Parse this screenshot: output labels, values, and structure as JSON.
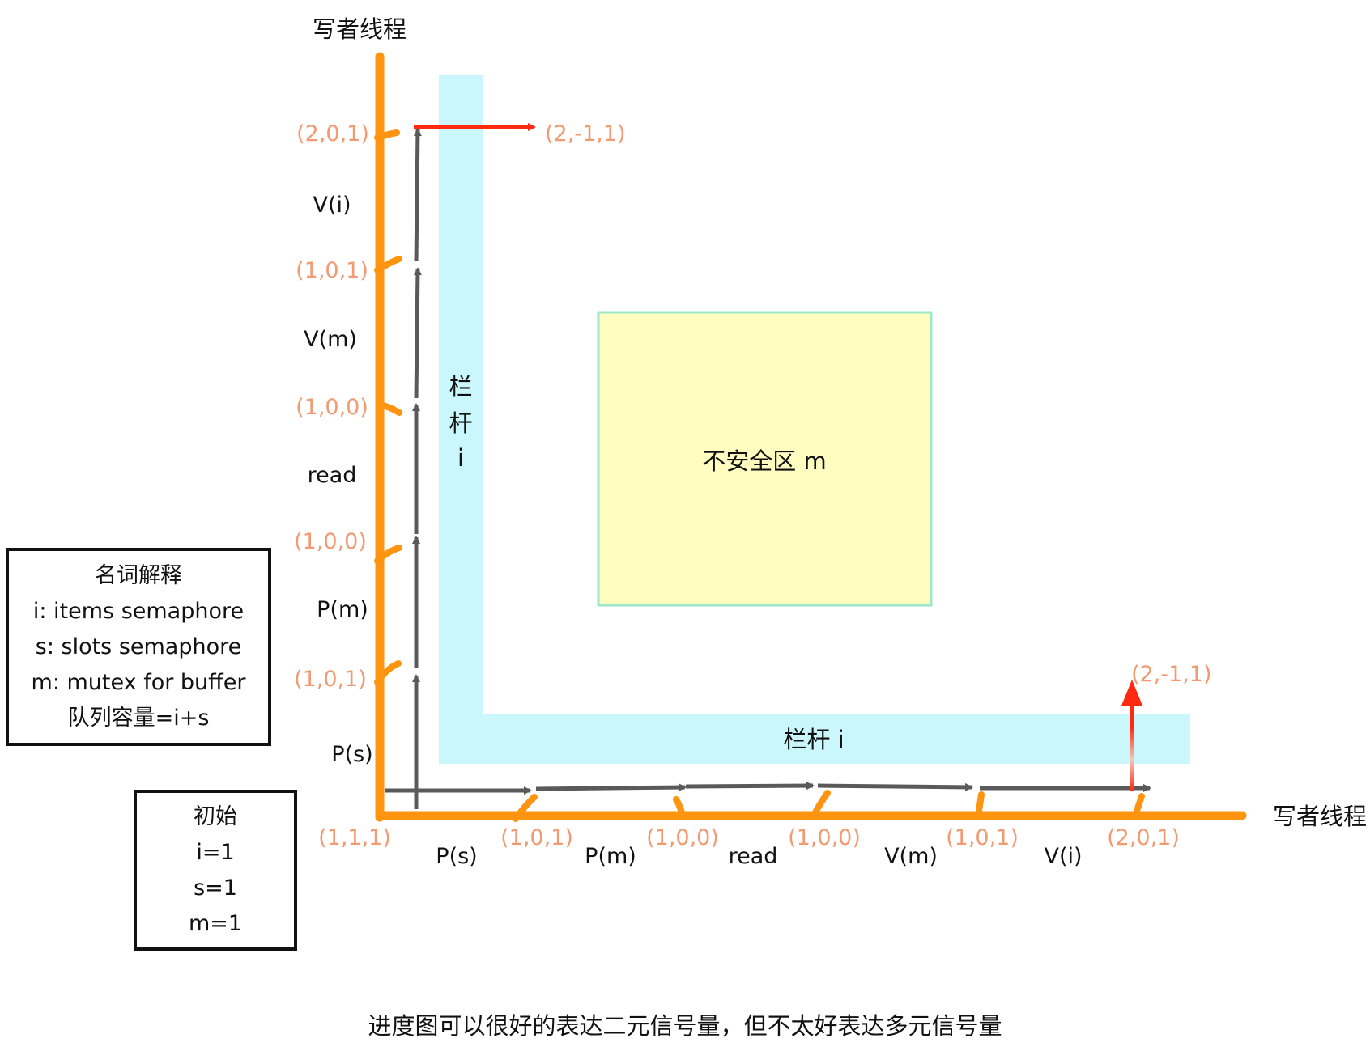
{
  "axes": {
    "y_title": "写者线程",
    "x_title": "写者线程",
    "origin_coord": "(1,1,1)"
  },
  "y_steps": [
    {
      "op": "P(s)",
      "coord": "(1,0,1)"
    },
    {
      "op": "P(m)",
      "coord": "(1,0,0)"
    },
    {
      "op": "read",
      "coord": "(1,0,0)"
    },
    {
      "op": "V(m)",
      "coord": "(1,0,1)"
    },
    {
      "op": "V(i)",
      "coord": "(2,0,1)"
    }
  ],
  "x_steps": [
    {
      "op": "P(s)",
      "coord": "(1,0,1)"
    },
    {
      "op": "P(m)",
      "coord": "(1,0,0)"
    },
    {
      "op": "read",
      "coord": "(1,0,0)"
    },
    {
      "op": "V(m)",
      "coord": "(1,0,1)"
    },
    {
      "op": "V(i)",
      "coord": "(2,0,1)"
    }
  ],
  "forbidden_moves": {
    "top_target": "(2,-1,1)",
    "right_target": "(2,-1,1)"
  },
  "barriers": {
    "vertical_label": [
      "栏",
      "杆",
      "i"
    ],
    "horizontal_label": "栏杆 i"
  },
  "unsafe_region": {
    "label": "不安全区 m"
  },
  "glossary": {
    "title": "名词解释",
    "lines": [
      "i: items semaphore",
      "s: slots semaphore",
      "m: mutex for buffer",
      "队列容量=i+s"
    ]
  },
  "initial": {
    "title": "初始",
    "lines": [
      "i=1",
      "s=1",
      "m=1"
    ]
  },
  "caption": "进度图可以很好的表达二元信号量，但不太好表达多元信号量",
  "colors": {
    "axis": "#ff9410",
    "barrier": "#c9f7fb",
    "unsafe_fill": "#fffec0",
    "unsafe_border": "#9ee8c8",
    "path": "#5a5a5a",
    "forbidden": "#ff2a10",
    "coord_text": "#f29a72"
  }
}
